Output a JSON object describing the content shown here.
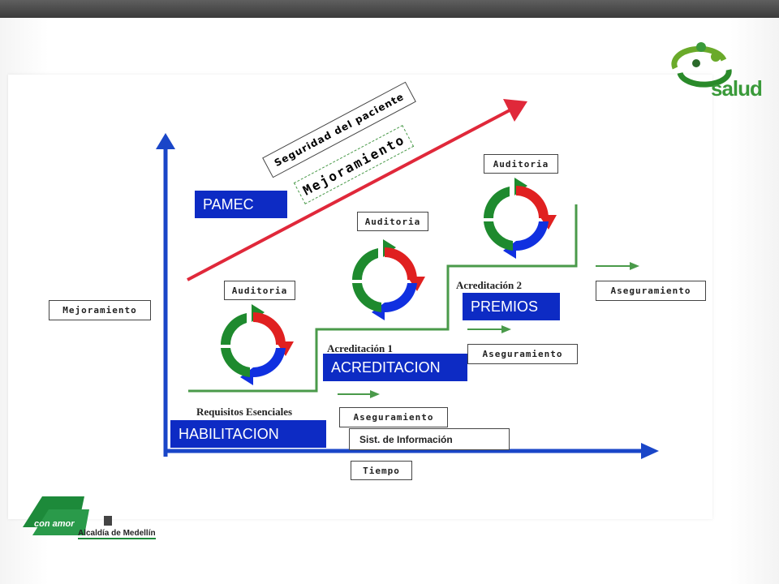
{
  "header_logo": {
    "text": "salud",
    "color": "#3a9a3a"
  },
  "footer_logo": {
    "slogan": "con amor",
    "org": "Alcaldía de Medellín"
  },
  "axes": {
    "y_label": "Mejoramiento",
    "x_label": "Tiempo",
    "color": "#1a46c8"
  },
  "diagonal": {
    "label_top": "Seguridad del paciente",
    "label_bottom": "Mejoramiento",
    "color": "#e0283a"
  },
  "tags": {
    "pamec": "PAMEC",
    "habilitacion": "HABILITACION",
    "acreditacion": "ACREDITACION",
    "premios": "PREMIOS"
  },
  "step_labels": {
    "requisitos": "Requisitos Esenciales",
    "acreditacion1": "Acreditación 1",
    "acreditacion2": "Acreditación 2"
  },
  "boxes": {
    "auditoria1": "Auditoria",
    "auditoria2": "Auditoria",
    "auditoria3": "Auditoria",
    "aseguramiento1": "Aseguramiento",
    "aseguramiento2": "Aseguramiento",
    "aseguramiento3": "Aseguramiento",
    "sist_info": "Sist. de Información"
  },
  "colors": {
    "tag_bg": "#0d2bc4",
    "step_line": "#4a9a4a",
    "cycle_red": "#e02020",
    "cycle_green": "#1e8a2e",
    "cycle_blue": "#1030e0"
  }
}
